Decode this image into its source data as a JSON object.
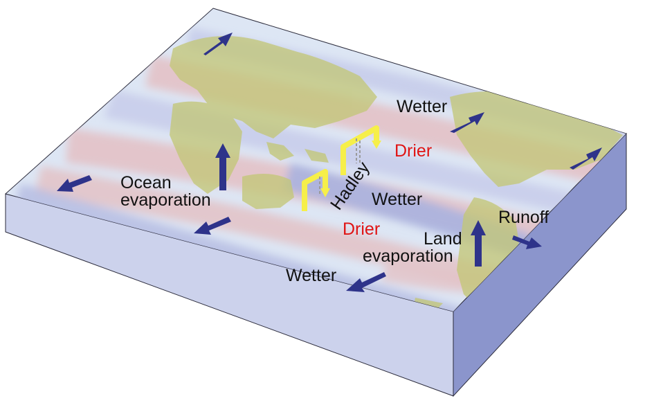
{
  "labels": {
    "ocean_evaporation_line1": "Ocean",
    "ocean_evaporation_line2": "evaporation",
    "hadley": "Hadley",
    "wetter_top": "Wetter",
    "drier_top": "Drier",
    "wetter_middle": "Wetter",
    "drier_bottom": "Drier",
    "wetter_bottom": "Wetter",
    "land_evaporation_line1": "Land",
    "land_evaporation_line2": "evaporation",
    "runoff": "Runoff"
  },
  "colors": {
    "ocean_surface": "#dde6f4",
    "slab_front": "#ccd2ec",
    "slab_side": "#8b95cc",
    "wetter_band": "#b6bde3",
    "drier_band": "#e3c2c6",
    "land": "#c3c778",
    "flow_arrow": "#2e338a",
    "hadley_arrow": "#f6ef4a",
    "drier_text": "#e01414"
  },
  "icons": {
    "flow_arrows": "arrow-icon",
    "hadley_cells": "circulation-arrow-icon"
  }
}
